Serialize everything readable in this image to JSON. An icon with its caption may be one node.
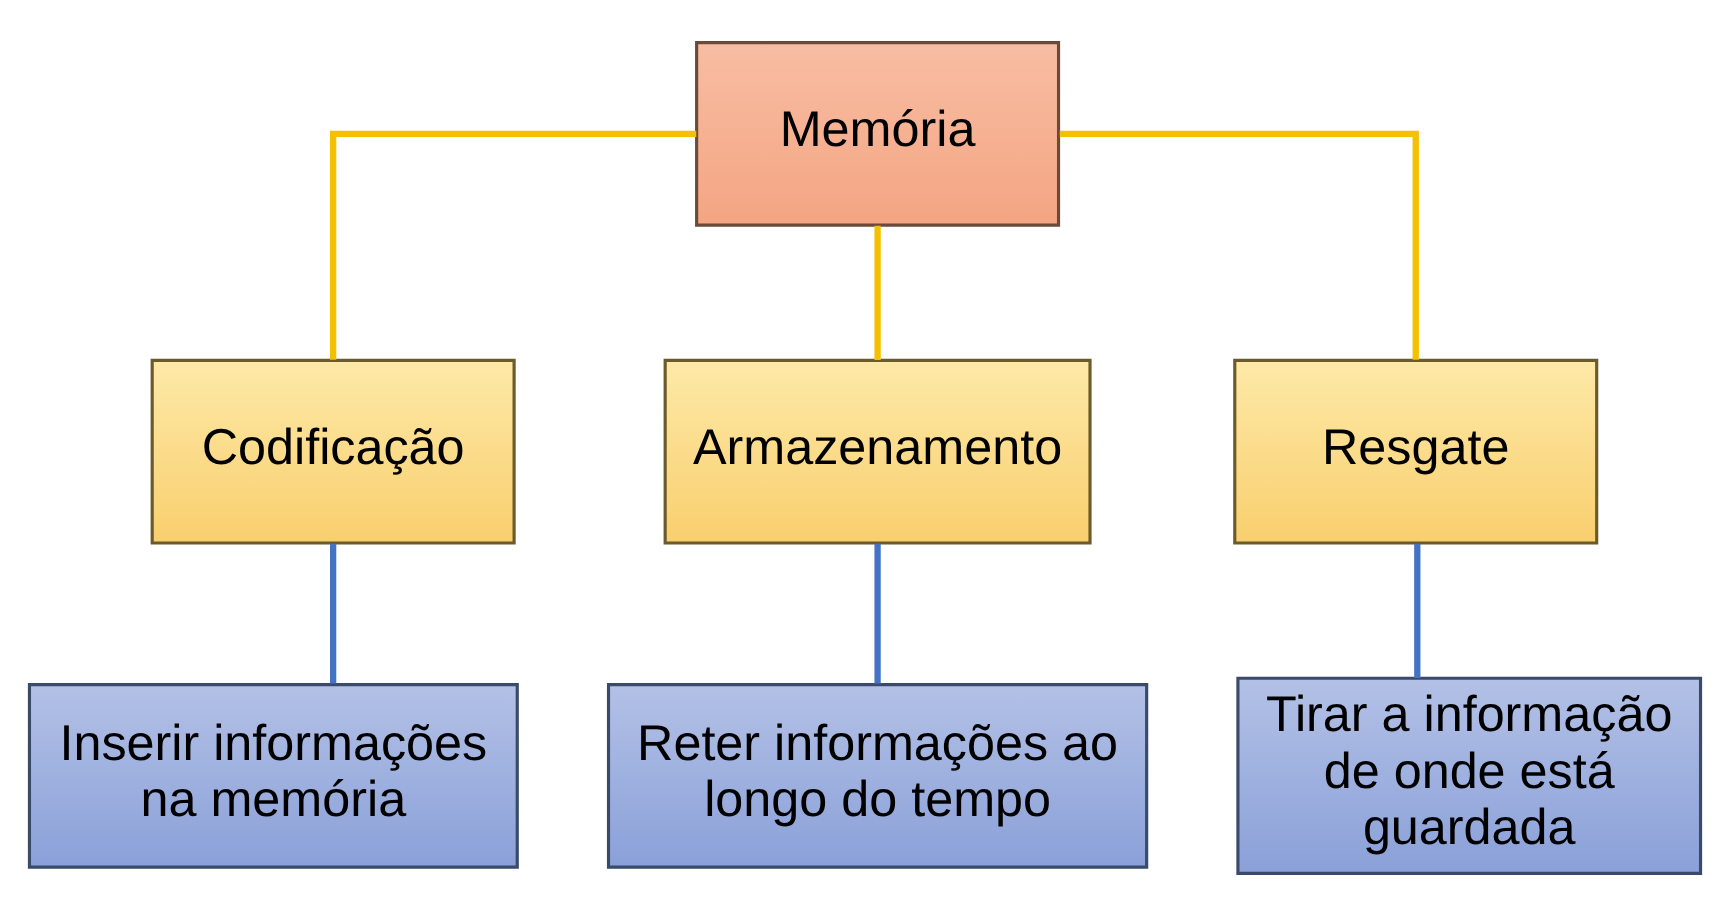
{
  "diagram": {
    "nodes": [
      {
        "text": [
          "Memória"
        ]
      },
      {
        "text": [
          "Codificação"
        ]
      },
      {
        "text": [
          "Armazenamento"
        ]
      },
      {
        "text": [
          "Resgate"
        ]
      },
      {
        "text": [
          "Inserir informações na memória"
        ]
      },
      {
        "text": [
          "Reter informações ao longo do tempo"
        ]
      },
      {
        "text": [
          "Tirar a informação de onde está guardada"
        ]
      }
    ],
    "edges": [
      {
        "from": 0,
        "to": 1,
        "arrow": "none"
      },
      {
        "from": 0,
        "to": 2,
        "arrow": "none"
      },
      {
        "from": 0,
        "to": 3,
        "arrow": "none"
      },
      {
        "from": 1,
        "to": 4,
        "arrow": "none",
        "color": "#4472c4"
      },
      {
        "from": 2,
        "to": 5,
        "arrow": "none",
        "color": "#4472c4"
      },
      {
        "from": 3,
        "to": 6,
        "arrow": "none",
        "color": "#4472c4"
      }
    ]
  }
}
